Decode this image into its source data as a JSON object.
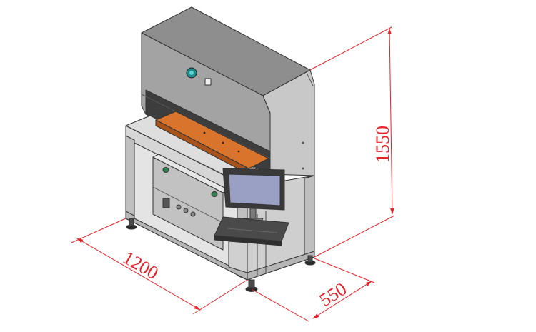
{
  "dimensions": {
    "width_label": "1200",
    "depth_label": "550",
    "height_label": "1550",
    "unit": "mm"
  },
  "colors": {
    "dimension_line": "#e0242a",
    "machine_body": "#9a9a9a",
    "machine_dark": "#6f6f6f",
    "frame": "#c9c9c9",
    "platen": "#d9742c",
    "screen": "#9aa0c4",
    "indicator": "#1b8a8a"
  },
  "parts": [
    "machine-upper-housing",
    "press-platen",
    "lower-cabinet",
    "control-panel",
    "monitor",
    "keyboard-tray",
    "leveling-feet"
  ]
}
